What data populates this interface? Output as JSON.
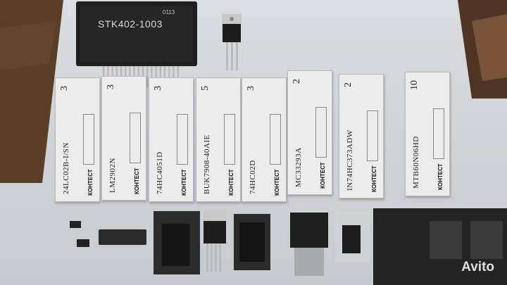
{
  "photo": {
    "stk_module": {
      "marking": "STK402-1003",
      "code": "0113"
    },
    "labels": [
      {
        "part": "24LC02B-I/SN",
        "qty": "3"
      },
      {
        "part": "LM2902N",
        "qty": "3"
      },
      {
        "part": "74HC4051D",
        "qty": "3"
      },
      {
        "part": "BUK7908-40AIE",
        "qty": "5"
      },
      {
        "part": "74HC02D",
        "qty": "3"
      },
      {
        "part": "MC33293A",
        "qty": "2"
      },
      {
        "part": "IN74HC373ADW",
        "qty": "2"
      },
      {
        "part": "MTB60N06HD",
        "qty": "10"
      }
    ],
    "label_logo": "КОНТЕСТ",
    "watermark": "Avito"
  }
}
